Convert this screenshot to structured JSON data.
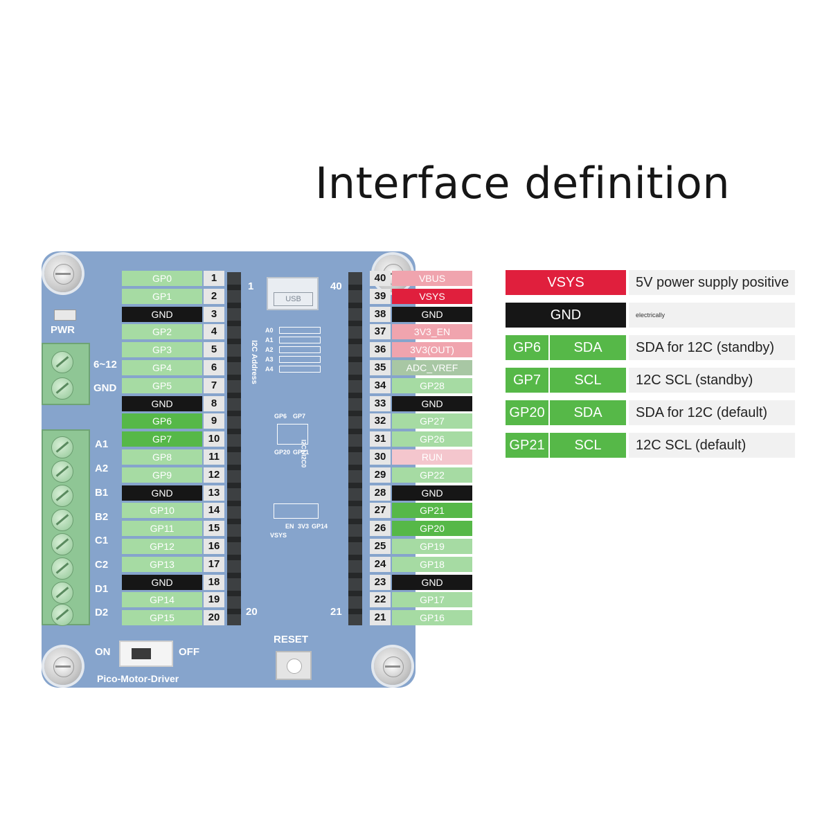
{
  "title": "Interface definition",
  "board": {
    "name": "Pico-Motor-Driver",
    "pwr_label": "PWR",
    "vin_label": "6~12",
    "gnd_label": "GND",
    "motor_labels": [
      "A1",
      "A2",
      "B1",
      "B2",
      "C1",
      "C2",
      "D1",
      "D2"
    ],
    "switch_on": "ON",
    "switch_off": "OFF",
    "reset_label": "RESET",
    "usb_label": "USB",
    "header_num_1": "1",
    "header_num_20": "20",
    "header_num_40": "40",
    "header_num_21": "21",
    "i2c_address_label": "I2C Address",
    "address_pins": [
      "A0",
      "A1",
      "A2",
      "A3",
      "A4"
    ],
    "i2c_select_label": "I2C1/I2C0",
    "i2c_select_pins": [
      "GP6",
      "GP7",
      "GP20",
      "GP21"
    ],
    "power_select_pins": [
      "GP14",
      "3V3",
      "EN",
      "VSYS"
    ]
  },
  "left_pins": [
    {
      "label": "GP0",
      "num": "1",
      "color": "#a6dba3"
    },
    {
      "label": "GP1",
      "num": "2",
      "color": "#a6dba3"
    },
    {
      "label": "GND",
      "num": "3",
      "color": "#161616"
    },
    {
      "label": "GP2",
      "num": "4",
      "color": "#a6dba3"
    },
    {
      "label": "GP3",
      "num": "5",
      "color": "#a6dba3"
    },
    {
      "label": "GP4",
      "num": "6",
      "color": "#a6dba3"
    },
    {
      "label": "GP5",
      "num": "7",
      "color": "#a6dba3"
    },
    {
      "label": "GND",
      "num": "8",
      "color": "#161616"
    },
    {
      "label": "GP6",
      "num": "9",
      "color": "#56b848"
    },
    {
      "label": "GP7",
      "num": "10",
      "color": "#56b848"
    },
    {
      "label": "GP8",
      "num": "11",
      "color": "#a6dba3"
    },
    {
      "label": "GP9",
      "num": "12",
      "color": "#a6dba3"
    },
    {
      "label": "GND",
      "num": "13",
      "color": "#161616"
    },
    {
      "label": "GP10",
      "num": "14",
      "color": "#a6dba3"
    },
    {
      "label": "GP11",
      "num": "15",
      "color": "#a6dba3"
    },
    {
      "label": "GP12",
      "num": "16",
      "color": "#a6dba3"
    },
    {
      "label": "GP13",
      "num": "17",
      "color": "#a6dba3"
    },
    {
      "label": "GND",
      "num": "18",
      "color": "#161616"
    },
    {
      "label": "GP14",
      "num": "19",
      "color": "#a6dba3"
    },
    {
      "label": "GP15",
      "num": "20",
      "color": "#a6dba3"
    }
  ],
  "right_pins": [
    {
      "label": "VBUS",
      "num": "40",
      "color": "#f0a4ae"
    },
    {
      "label": "VSYS",
      "num": "39",
      "color": "#e01f3d"
    },
    {
      "label": "GND",
      "num": "38",
      "color": "#161616"
    },
    {
      "label": "3V3_EN",
      "num": "37",
      "color": "#f0a4ae"
    },
    {
      "label": "3V3(OUT)",
      "num": "36",
      "color": "#f0a4ae"
    },
    {
      "label": "ADC_VREF",
      "num": "35",
      "color": "#a8c7a4"
    },
    {
      "label": "GP28",
      "num": "34",
      "color": "#a6dba3"
    },
    {
      "label": "GND",
      "num": "33",
      "color": "#161616"
    },
    {
      "label": "GP27",
      "num": "32",
      "color": "#a6dba3"
    },
    {
      "label": "GP26",
      "num": "31",
      "color": "#a6dba3"
    },
    {
      "label": "RUN",
      "num": "30",
      "color": "#f4c6cd"
    },
    {
      "label": "GP22",
      "num": "29",
      "color": "#a6dba3"
    },
    {
      "label": "GND",
      "num": "28",
      "color": "#161616"
    },
    {
      "label": "GP21",
      "num": "27",
      "color": "#56b848"
    },
    {
      "label": "GP20",
      "num": "26",
      "color": "#56b848"
    },
    {
      "label": "GP19",
      "num": "25",
      "color": "#a6dba3"
    },
    {
      "label": "GP18",
      "num": "24",
      "color": "#a6dba3"
    },
    {
      "label": "GND",
      "num": "23",
      "color": "#161616"
    },
    {
      "label": "GP17",
      "num": "22",
      "color": "#a6dba3"
    },
    {
      "label": "GP16",
      "num": "21",
      "color": "#a6dba3"
    }
  ],
  "legend": [
    {
      "pin": "VSYS",
      "func": "",
      "desc": "5V power supply positive",
      "color": "#e01f3d"
    },
    {
      "pin": "GND",
      "func": "",
      "desc": "electrically",
      "color": "#161616"
    },
    {
      "pin": "GP6",
      "func": "SDA",
      "desc": "SDA for 12C (standby)",
      "color": "#56b848"
    },
    {
      "pin": "GP7",
      "func": "SCL",
      "desc": "12C SCL (standby)",
      "color": "#56b848"
    },
    {
      "pin": "GP20",
      "func": "SDA",
      "desc": "SDA for 12C (default)",
      "color": "#56b848"
    },
    {
      "pin": "GP21",
      "func": "SCL",
      "desc": "12C SCL (default)",
      "color": "#56b848"
    }
  ]
}
